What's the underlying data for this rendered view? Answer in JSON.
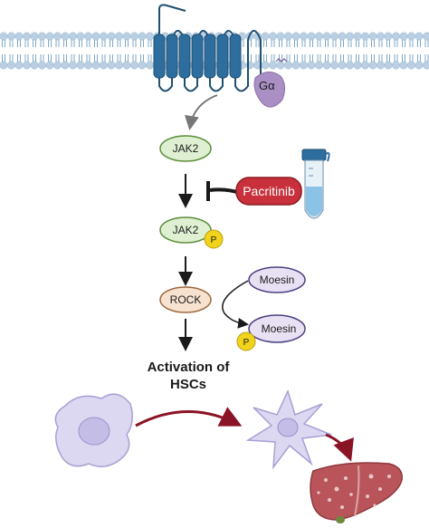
{
  "diagram": {
    "receptor": {
      "g_alpha_label": "Gα"
    },
    "nodes": {
      "jak2": "JAK2",
      "jak2_p": "JAK2",
      "rock": "ROCK",
      "moesin": "Moesin",
      "moesin_p": "Moesin",
      "phospho": "P"
    },
    "drug": {
      "label": "Pacritinib"
    },
    "outcome": {
      "line1": "Activation of",
      "line2": "HSCs"
    }
  },
  "colors": {
    "membrane_head": "#b9cfe3",
    "membrane_tail": "#7fa7c6",
    "receptor": "#2e6e9e",
    "receptor_dark": "#1f4f73",
    "g_alpha": "#a98fc3",
    "jak_fill": "#dff0d2",
    "jak_stroke": "#5b8e3a",
    "rock_fill": "#f6e2cf",
    "rock_stroke": "#9c6a3f",
    "moesin_fill": "#e8e1f3",
    "moesin_stroke": "#4b3f83",
    "phospho": "#f2d31b",
    "drug": "#c8303b",
    "drug_dark": "#8a1b23",
    "inhibit": "#1a1a1a",
    "arrow_dark_red": "#8b1326",
    "cell_fill": "#dcd8f1",
    "cell_stroke": "#a8a0d4",
    "liver": "#b9545a"
  }
}
